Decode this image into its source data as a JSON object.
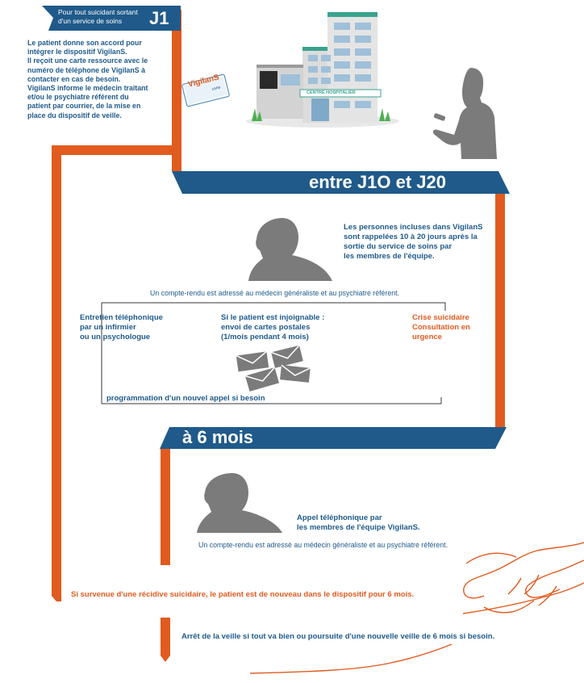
{
  "j1": {
    "tag_line1": "Pour tout suicidant sortant",
    "tag_line2": "d'un service de soins",
    "label": "J1",
    "body": [
      "Le patient donne son accord pour",
      "intégrer le dispositif VigilanS.",
      "Il reçoit une carte ressource avec le",
      "numéro de téléphone de VigilanS à",
      "contacter en cas de besoin.",
      "VigilanS informe le médecin traitant",
      "et/ou le psychiatre référent du",
      "patient par courrier, de la mise en",
      "place du dispositif de veille."
    ],
    "card_logo": "VigilanS",
    "card_sub": "carte",
    "hospital_sign": "CENTRE HOSPITALIER"
  },
  "j10": {
    "title": "entre J1O et J20",
    "call_text": [
      "Les personnes incluses dans VigilanS",
      "sont rappelées 10 à 20 jours après la",
      "sortie du service de soins par",
      "les membres de l'équipe."
    ],
    "report": "Un compte-rendu est adressé au médecin généraliste et au psychiatre référent.",
    "branch_left": [
      "Entretien téléphonique",
      "par un infirmier",
      "ou un psychologue"
    ],
    "branch_mid": [
      "Si le patient est injoignable :",
      "envoi de cartes postales",
      "(1/mois pendant 4 mois)"
    ],
    "branch_right": [
      "Crise suicidaire",
      "Consultation en",
      "urgence"
    ],
    "reschedule": "programmation d'un nouvel appel si besoin"
  },
  "m6": {
    "title": "à 6 mois",
    "call_text": [
      "Appel téléphonique par",
      "les membres de l'équipe VigilanS."
    ],
    "report": "Un compte-rendu est adressé au médecin généraliste et au psychiatre référent."
  },
  "footer": {
    "relapse": "Si survenue d'une récidive suicidaire,  le patient est de nouveau dans le dispositif pour 6 mois.",
    "end": "Arrêt de la veille si tout va bien ou poursuite d'une nouvelle veille de 6 mois si besoin."
  },
  "colors": {
    "blue": "#1f5a8a",
    "orange": "#e15b1f",
    "grey": "#7b7b7b"
  }
}
